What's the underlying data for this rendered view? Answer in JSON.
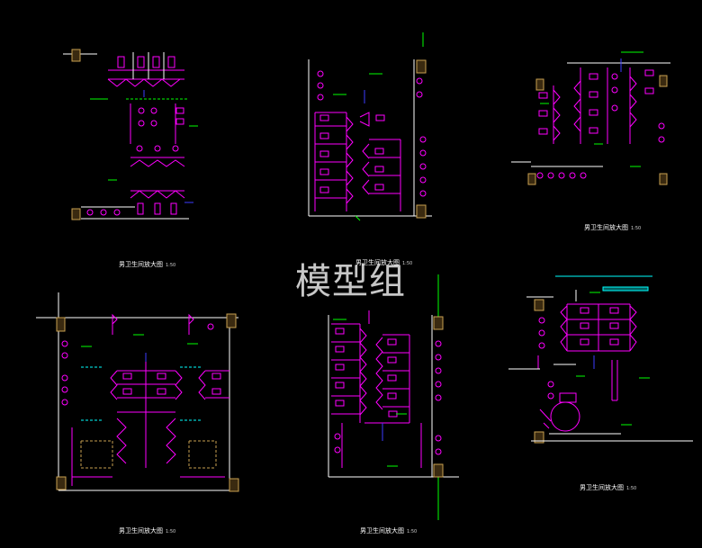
{
  "watermark": "模型组",
  "drawings": [
    {
      "title": "男卫生间放大图",
      "scale": "1:50"
    },
    {
      "title": "男卫生间放大图",
      "scale": "1:50"
    },
    {
      "title": "男卫生间放大图",
      "scale": "1:50"
    },
    {
      "title": "男卫生间放大图",
      "scale": "1:50"
    },
    {
      "title": "男卫生间放大图",
      "scale": "1:50"
    },
    {
      "title": "男卫生间放大图",
      "scale": "1:50"
    }
  ],
  "colors": {
    "background": "#000000",
    "fixtures": "#ff00ff",
    "walls": "#ffffff",
    "dimensions": "#00ff00",
    "pipes": "#3b3bff",
    "hatch": "#c8a050",
    "accent": "#00ffff"
  }
}
